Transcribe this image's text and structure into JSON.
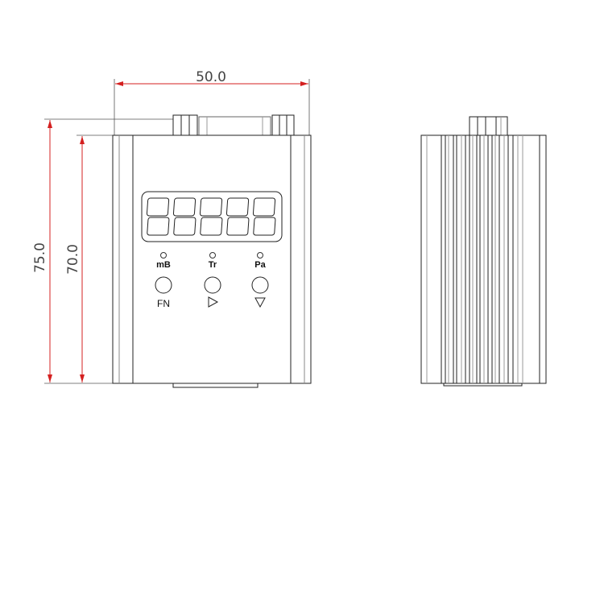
{
  "dimensions": {
    "width": "50.0",
    "height_total": "75.0",
    "height_body": "70.0"
  },
  "indicators": [
    {
      "label": "mB"
    },
    {
      "label": "Tr"
    },
    {
      "label": "Pa"
    }
  ],
  "buttons": [
    {
      "label": "FN",
      "icon": "none"
    },
    {
      "label": "",
      "icon": "triangle-right-icon"
    },
    {
      "label": "",
      "icon": "triangle-down-icon"
    }
  ],
  "display": {
    "digits": 5
  },
  "colors": {
    "dimension": "#d42020",
    "line": "#222222"
  }
}
